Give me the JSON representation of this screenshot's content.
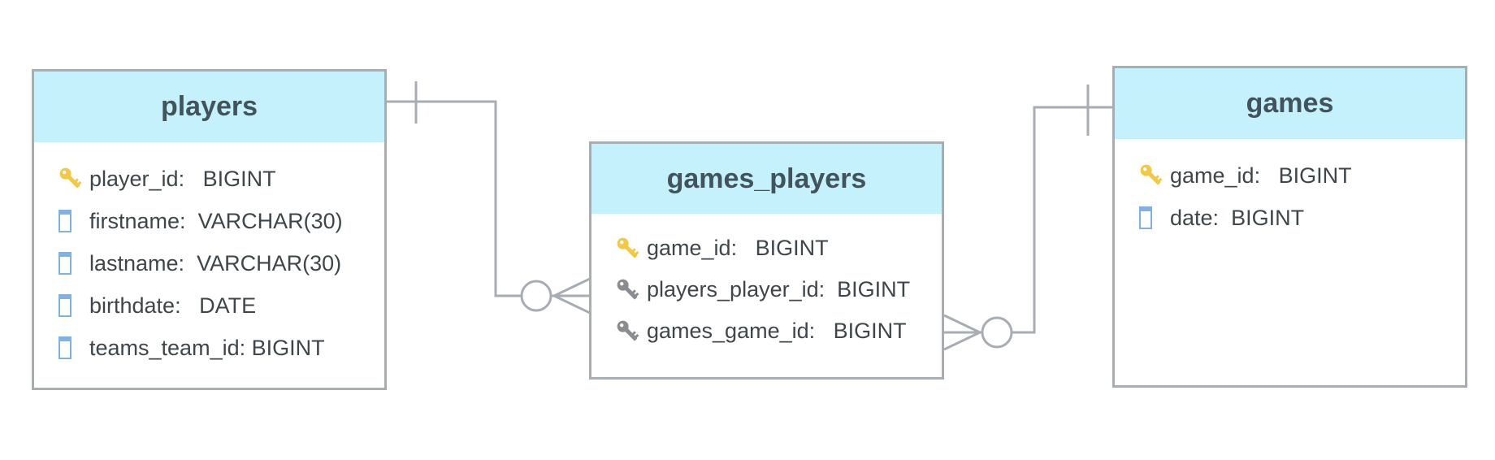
{
  "tables": {
    "players": {
      "title": "players",
      "columns": [
        {
          "name": "player_id:",
          "type": "BIGINT",
          "icon": "primary-key-icon"
        },
        {
          "name": "firstname:",
          "type": "VARCHAR(30)",
          "icon": "column-icon"
        },
        {
          "name": "lastname:",
          "type": "VARCHAR(30)",
          "icon": "column-icon"
        },
        {
          "name": "birthdate:",
          "type": "DATE",
          "icon": "column-icon"
        },
        {
          "name": "teams_team_id:",
          "type": "BIGINT",
          "icon": "column-icon"
        }
      ]
    },
    "games_players": {
      "title": "games_players",
      "columns": [
        {
          "name": "game_id:",
          "type": "BIGINT",
          "icon": "primary-key-icon"
        },
        {
          "name": "players_player_id:",
          "type": "BIGINT",
          "icon": "foreign-key-icon"
        },
        {
          "name": "games_game_id:",
          "type": "BIGINT",
          "icon": "foreign-key-icon"
        }
      ]
    },
    "games": {
      "title": "games",
      "columns": [
        {
          "name": "game_id:",
          "type": "BIGINT",
          "icon": "primary-key-icon"
        },
        {
          "name": "date:",
          "type": "BIGINT",
          "icon": "column-icon"
        }
      ]
    }
  },
  "relationships": [
    {
      "from": "players",
      "to": "games_players",
      "from_cardinality": "one",
      "to_cardinality": "zero-or-many"
    },
    {
      "from": "games",
      "to": "games_players",
      "from_cardinality": "one",
      "to_cardinality": "zero-or-many"
    }
  ],
  "colors": {
    "header_background": "#c4f1fb",
    "border": "#a7adb3",
    "connector": "#a7adb3",
    "primary_key": "#f2c84b",
    "foreign_key": "#8a8d8f",
    "column_icon": "#7fb1e3"
  }
}
